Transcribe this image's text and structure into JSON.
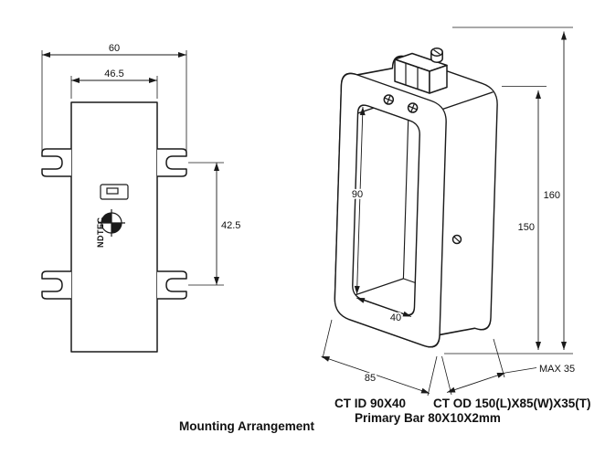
{
  "front_view": {
    "dims": {
      "overall_width": "60",
      "body_width": "46.5",
      "hole_spacing": "42.5"
    },
    "brand_label": "NDTEC"
  },
  "iso_view": {
    "dims": {
      "window_height": "90",
      "window_width": "40",
      "width": "85",
      "body_height": "150",
      "overall_height": "160",
      "depth": "MAX 35"
    }
  },
  "captions": {
    "ct_id": "CT ID 90X40",
    "ct_od": "CT OD 150(L)X85(W)X35(T)",
    "primary_bar": "Primary Bar 80X10X2mm",
    "title": "Mounting Arrangement"
  },
  "colors": {
    "line": "#1a1a1a",
    "background": "#ffffff"
  }
}
